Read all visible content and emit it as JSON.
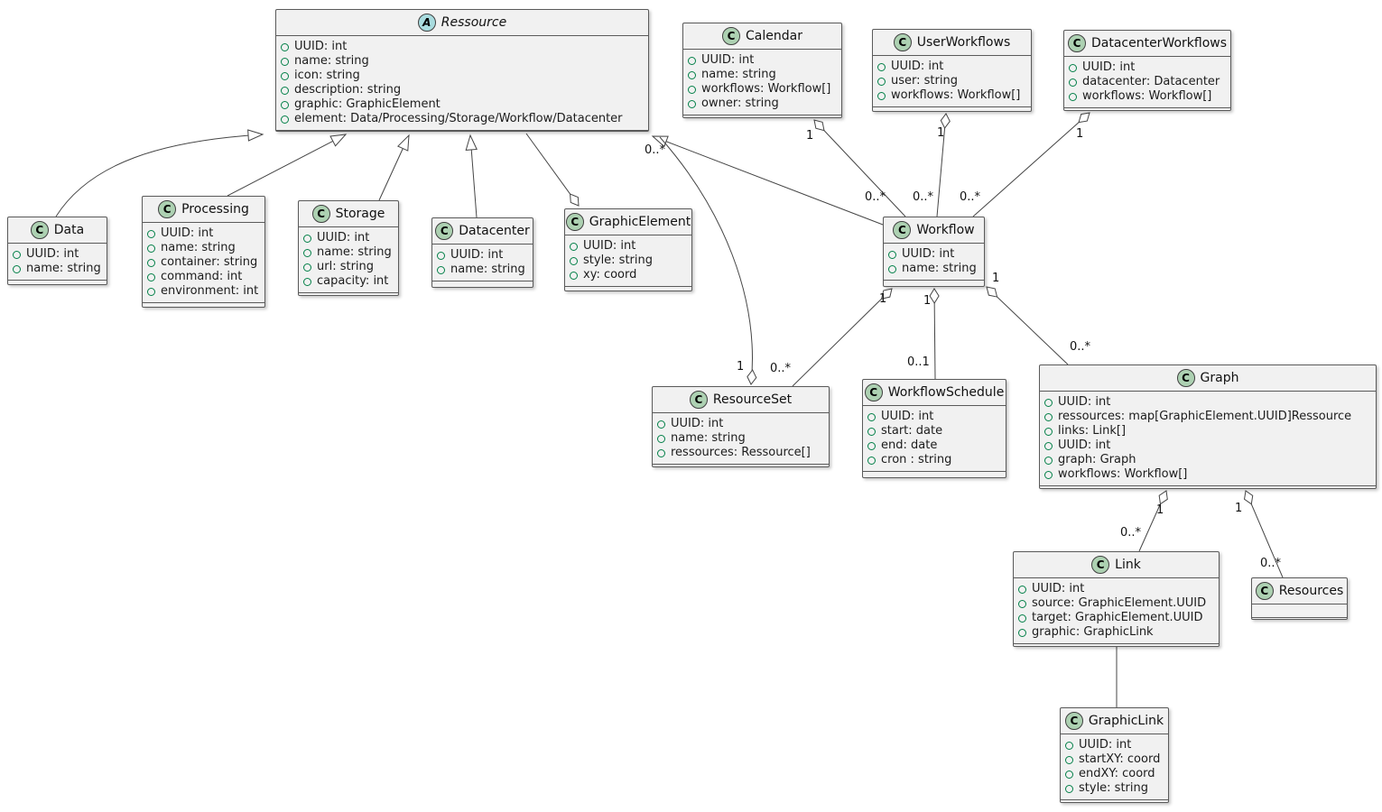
{
  "diagram_type": "uml-class-diagram",
  "colors": {
    "box_fill": "#F1F1F1",
    "box_border": "#5A5A5A",
    "class_spot_fill": "#ADD1B2",
    "abstract_spot_fill": "#A9DCDF",
    "attribute_icon": "#038048",
    "edge_color": "#454545"
  },
  "classes": {
    "ressource": {
      "name": "Ressource",
      "icon_letter": "A",
      "attributes": [
        "UUID: int",
        "name: string",
        "icon: string",
        "description: string",
        "graphic: GraphicElement",
        "element: Data/Processing/Storage/Workflow/Datacenter"
      ]
    },
    "calendar": {
      "name": "Calendar",
      "icon_letter": "C",
      "attributes": [
        "UUID: int",
        "name: string",
        "workflows: Workflow[]",
        "owner: string"
      ]
    },
    "userworkflows": {
      "name": "UserWorkflows",
      "icon_letter": "C",
      "attributes": [
        "UUID: int",
        "user: string",
        "workflows: Workflow[]"
      ]
    },
    "datacenterworkflows": {
      "name": "DatacenterWorkflows",
      "icon_letter": "C",
      "attributes": [
        "UUID: int",
        "datacenter: Datacenter",
        "workflows: Workflow[]"
      ]
    },
    "data": {
      "name": "Data",
      "icon_letter": "C",
      "attributes": [
        "UUID: int",
        "name: string"
      ]
    },
    "processing": {
      "name": "Processing",
      "icon_letter": "C",
      "attributes": [
        "UUID: int",
        "name: string",
        "container: string",
        "command: int",
        "environment: int"
      ]
    },
    "storage": {
      "name": "Storage",
      "icon_letter": "C",
      "attributes": [
        "UUID: int",
        "name: string",
        "url: string",
        "capacity: int"
      ]
    },
    "datacenter": {
      "name": "Datacenter",
      "icon_letter": "C",
      "attributes": [
        "UUID: int",
        "name: string"
      ]
    },
    "graphicelement": {
      "name": "GraphicElement",
      "icon_letter": "C",
      "attributes": [
        "UUID: int",
        "style: string",
        "xy: coord"
      ]
    },
    "workflow": {
      "name": "Workflow",
      "icon_letter": "C",
      "attributes": [
        "UUID: int",
        "name: string"
      ]
    },
    "resourceset": {
      "name": "ResourceSet",
      "icon_letter": "C",
      "attributes": [
        "UUID: int",
        "name: string",
        "ressources: Ressource[]"
      ]
    },
    "workflowschedule": {
      "name": "WorkflowSchedule",
      "icon_letter": "C",
      "attributes": [
        "UUID: int",
        "start: date",
        "end: date",
        "cron : string"
      ]
    },
    "graph": {
      "name": "Graph",
      "icon_letter": "C",
      "attributes": [
        "UUID: int",
        "ressources: map[GraphicElement.UUID]Ressource",
        "links: Link[]",
        "UUID: int",
        "graph: Graph",
        "workflows: Workflow[]"
      ]
    },
    "link": {
      "name": "Link",
      "icon_letter": "C",
      "attributes": [
        "UUID: int",
        "source: GraphicElement.UUID",
        "target: GraphicElement.UUID",
        "graphic: GraphicLink"
      ]
    },
    "resources": {
      "name": "Resources",
      "icon_letter": "C",
      "attributes": []
    },
    "graphiclink": {
      "name": "GraphicLink",
      "icon_letter": "C",
      "attributes": [
        "UUID: int",
        "startXY: coord",
        "endXY: coord",
        "style: string"
      ]
    }
  },
  "edge_labels": [
    {
      "text": "1"
    },
    {
      "text": "0..*"
    },
    {
      "text": "1"
    },
    {
      "text": "0..*"
    },
    {
      "text": "1"
    },
    {
      "text": "0..*"
    },
    {
      "text": "0..*"
    },
    {
      "text": "1"
    },
    {
      "text": "1"
    },
    {
      "text": "0..*"
    },
    {
      "text": "1"
    },
    {
      "text": "0..1"
    },
    {
      "text": "1"
    },
    {
      "text": "0..*"
    },
    {
      "text": "1"
    },
    {
      "text": "0..*"
    },
    {
      "text": "1"
    },
    {
      "text": "0..*"
    }
  ]
}
